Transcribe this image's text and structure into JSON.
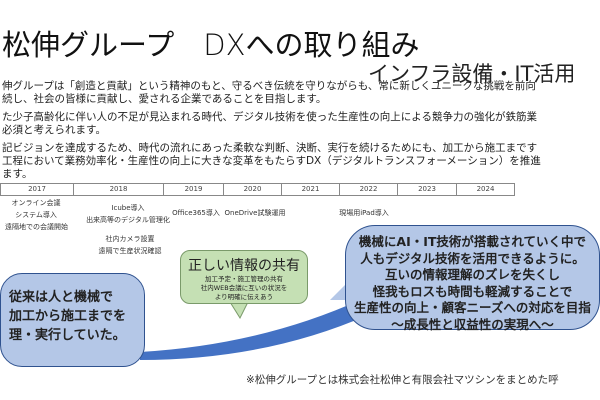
{
  "title": "松伸グループ　DXへの取り組み",
  "subtitle": "インフラ設備・IT活用",
  "paragraphs": [
    [
      "伸グループは「創造と貢献」という精神のもと、守るべき伝統を守りながらも、常に新しくユニークな挑戦を前向",
      "続し、社会の皆様に貢献し、愛される企業であることを目指します。"
    ],
    [
      "た少子高齢化に伴い人の不足が見込まれる時代、デジタル技術を使った生産性の向上による競争力の強化が鉄筋業",
      "必須と考えられます。"
    ],
    [
      "記ビジョンを達成するため、時代の流れにあった柔軟な判断、決断、実行を続けるためにも、加工から施工まです",
      "工程において業務効率化・生産性の向上に大きな変革をもたらすDX（デジタルトランスフォーメーション）を推進",
      "ます。"
    ]
  ],
  "timeline": {
    "years": [
      "2017",
      "2018",
      "2019",
      "2020",
      "2021",
      "2022",
      "2023",
      "2024"
    ],
    "events": {
      "e2017": [
        "オンライン会議",
        "システム導入",
        "遠隔地での会議開始"
      ],
      "e2018a": [
        "Icube導入",
        "出来高等のデジタル管理化"
      ],
      "e2018b": [
        "社内カメラ設置",
        "遠隔で生産状況確認"
      ],
      "e2019": "Office365導入",
      "e2020": "OneDrive試験運用",
      "e2022": "現場用iPad導入"
    }
  },
  "green_callout": {
    "heading": "正しい情報の共有",
    "lines": [
      "加工予定・施工管理の共有",
      "社内WEB会議に互いの状況を",
      "より明確に伝えあう"
    ]
  },
  "left_callout": [
    "従来は人と機械で",
    "加工から施工までを",
    "理・実行していた。"
  ],
  "right_callout": [
    "機械にAI・IT技術が搭載されていく中で",
    "人もデジタル技術を活用できるように。",
    "互いの情報理解のズレを失くし",
    "怪我もロスも時間も軽減することで",
    "生産性の向上・顧客ニーズへの対応を目指",
    "～成長性と収益性の実現へ～"
  ],
  "footnote": "※松伸グループとは株式会社松伸と有限会社マツシンをまとめた呼",
  "colors": {
    "bubble_blue": "#b4c7e7",
    "arrow": "#4472c4",
    "green": "#c5e0b4"
  }
}
